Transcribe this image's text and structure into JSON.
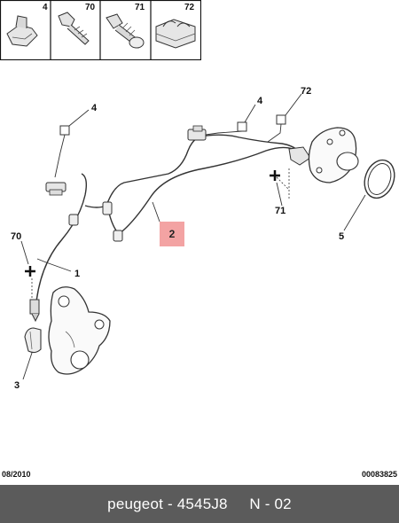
{
  "legend": {
    "cells": [
      {
        "number": "4"
      },
      {
        "number": "70"
      },
      {
        "number": "71"
      },
      {
        "number": "72"
      }
    ]
  },
  "parts": {
    "label_4a": "4",
    "label_4b": "4",
    "label_72": "72",
    "label_71": "71",
    "label_70": "70",
    "label_1": "1",
    "label_2": "2",
    "label_3": "3",
    "label_5": "5"
  },
  "footer": {
    "date": "08/2010",
    "code": "00083825"
  },
  "bottom_bar": {
    "text": "peugeot - 4545J8     N - 02"
  },
  "colors": {
    "highlight": "#f3a3a3",
    "bar": "#5b5b5b"
  }
}
